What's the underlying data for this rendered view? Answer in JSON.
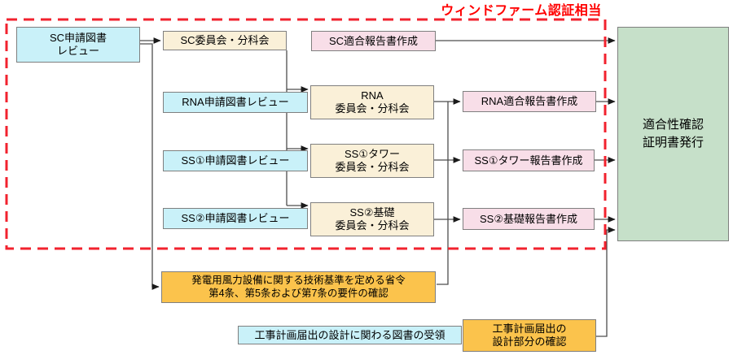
{
  "title": "ウィンドファーム認証相当",
  "nodes": {
    "sc_review": {
      "label": "SC申請図書\nレビュー"
    },
    "sc_committee": {
      "label": "SC委員会・分科会"
    },
    "sc_report": {
      "label": "SC適合報告書作成"
    },
    "rna_review": {
      "label": "RNA申請図書レビュー"
    },
    "rna_committee": {
      "label": "RNA\n委員会・分科会"
    },
    "rna_report": {
      "label": "RNA適合報告書作成"
    },
    "ss1_review": {
      "label": "SS①申請図書レビュー"
    },
    "ss1_committee": {
      "label": "SS①タワー\n委員会・分科会"
    },
    "ss1_report": {
      "label": "SS①タワー報告書作成"
    },
    "ss2_review": {
      "label": "SS②申請図書レビュー"
    },
    "ss2_committee": {
      "label": "SS②基礎\n委員会・分科会"
    },
    "ss2_report": {
      "label": "SS②基礎報告書作成"
    },
    "certificate": {
      "label": "適合性確認\n証明書発行"
    },
    "tech_standard": {
      "label": "発電用風力設備に関する技術基準を定める省令\n第4条、第5条および第7条の要件の確認"
    },
    "construction_receive": {
      "label": "工事計画届出の設計に関わる図書の受領"
    },
    "construction_confirm": {
      "label": "工事計画届出の\n設計部分の確認"
    }
  },
  "colors": {
    "review_fill": "#c9f1f9",
    "committee_fill": "#faf0d8",
    "report_fill": "#f8dee8",
    "certificate_fill": "#c6e0c9",
    "confirm_fill": "#fbc34c",
    "boundary_red": "#f2222e",
    "title_red": "#ff0000",
    "box_border": "#7f7f7f",
    "connector": "#4d4d4d"
  }
}
